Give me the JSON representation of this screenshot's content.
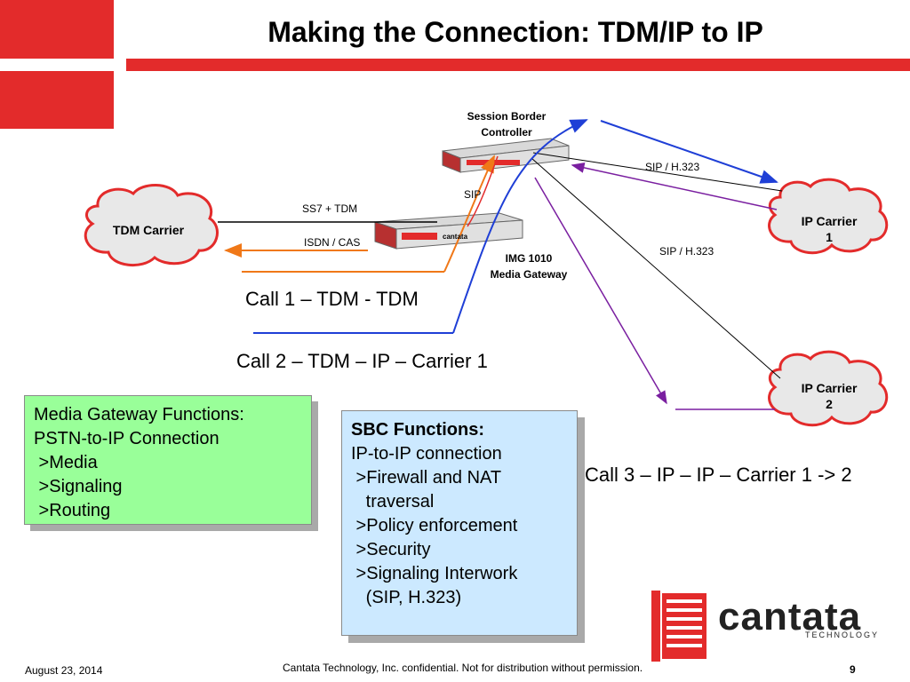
{
  "title": "Making the Connection: TDM/IP to IP",
  "nodes": {
    "tdm_carrier": "TDM Carrier",
    "ip_carrier_1": "IP Carrier\n1",
    "ip_carrier_2": "IP Carrier\n2",
    "sbc": "Session Border\nController",
    "img": "IMG 1010\nMedia Gateway",
    "img_device_label": "cantata"
  },
  "links": {
    "ss7_tdm": "SS7 + TDM",
    "isdn_cas": "ISDN / CAS",
    "sip": "SIP",
    "sip_h323_top": "SIP / H.323",
    "sip_h323_mid": "SIP / H.323"
  },
  "calls": {
    "call1": "Call 1 – TDM - TDM",
    "call2": "Call 2 – TDM – IP – Carrier 1",
    "call3": "Call 3 – IP – IP – Carrier 1 -> 2"
  },
  "mg_box": {
    "lines": [
      "Media Gateway Functions:",
      "PSTN-to-IP Connection",
      " >Media",
      " >Signaling",
      " >Routing"
    ],
    "bg": "#99ff99"
  },
  "sbc_box": {
    "heading": "SBC Functions:",
    "lines": [
      "IP-to-IP connection",
      " >Firewall and NAT",
      "   traversal",
      " >Policy enforcement",
      " >Security",
      " >Signaling Interwork",
      "   (SIP, H.323)"
    ],
    "bg": "#cce9ff"
  },
  "logo": {
    "name": "cantata",
    "sub": "TECHNOLOGY"
  },
  "footer": {
    "date": "August 23, 2014",
    "notice": "Cantata Technology, Inc. confidential. Not for distribution without permission.",
    "page": "9"
  },
  "colors": {
    "brand_red": "#e32b2b",
    "blue": "#1f3fd6",
    "orange": "#f07818",
    "purple": "#7a1fa0",
    "black": "#000000"
  }
}
